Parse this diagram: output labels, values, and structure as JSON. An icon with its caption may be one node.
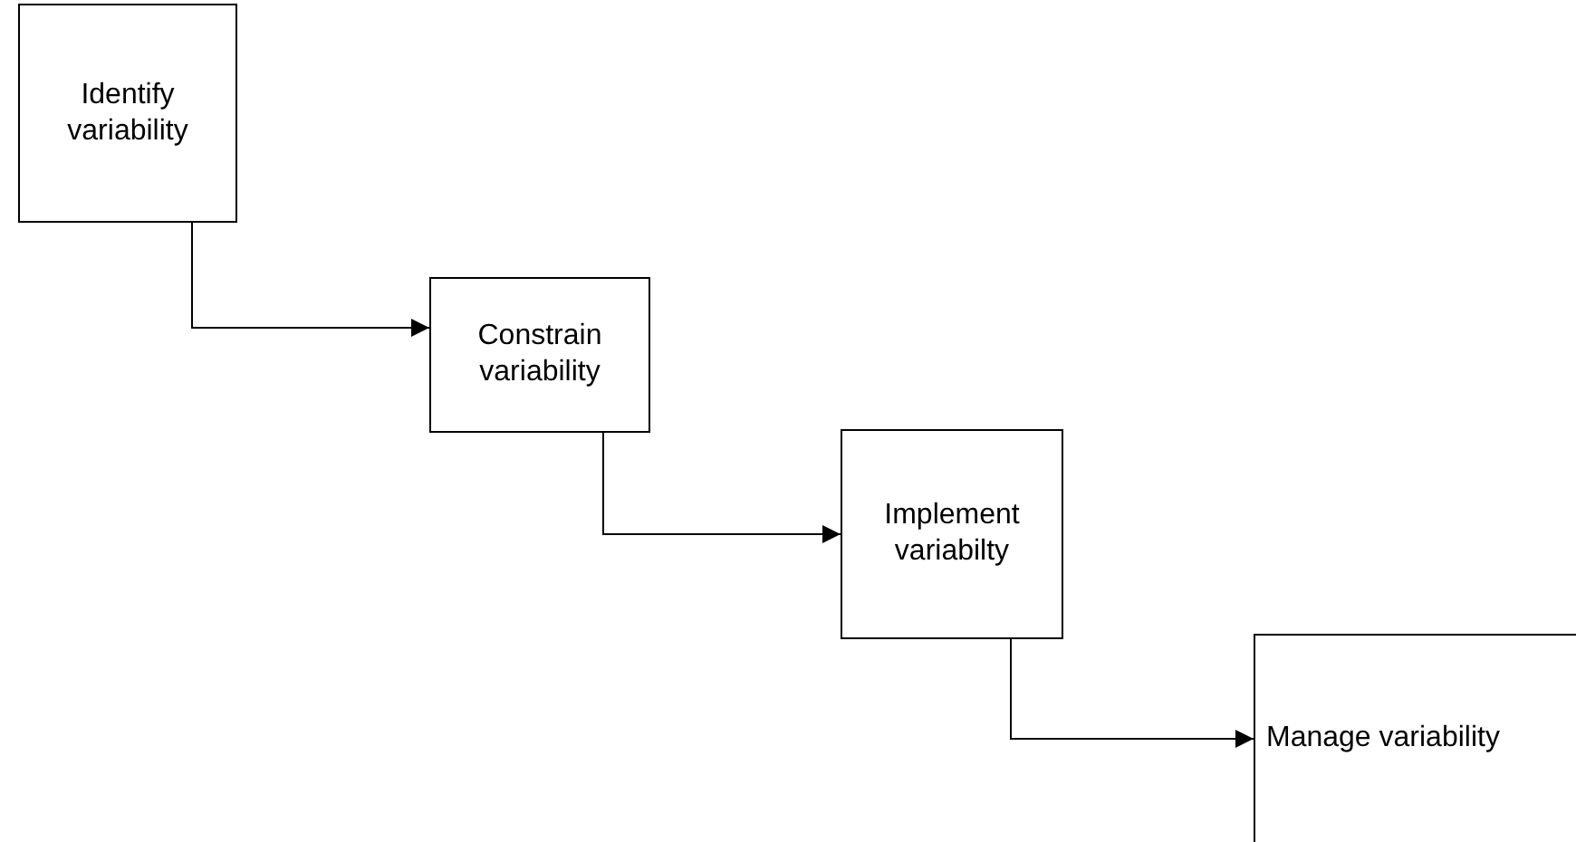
{
  "diagram": {
    "nodes": [
      {
        "text": [
          "Identify variability"
        ]
      },
      {
        "text": [
          "Constrain variability"
        ]
      },
      {
        "text": [
          "Implement variabilty"
        ]
      },
      {
        "text": [
          "Manage variability"
        ]
      }
    ],
    "edges": [
      {
        "from": 0,
        "to": 1,
        "arrow": "to"
      },
      {
        "from": 1,
        "to": 2,
        "arrow": "to"
      },
      {
        "from": 2,
        "to": 3,
        "arrow": "to"
      }
    ]
  }
}
